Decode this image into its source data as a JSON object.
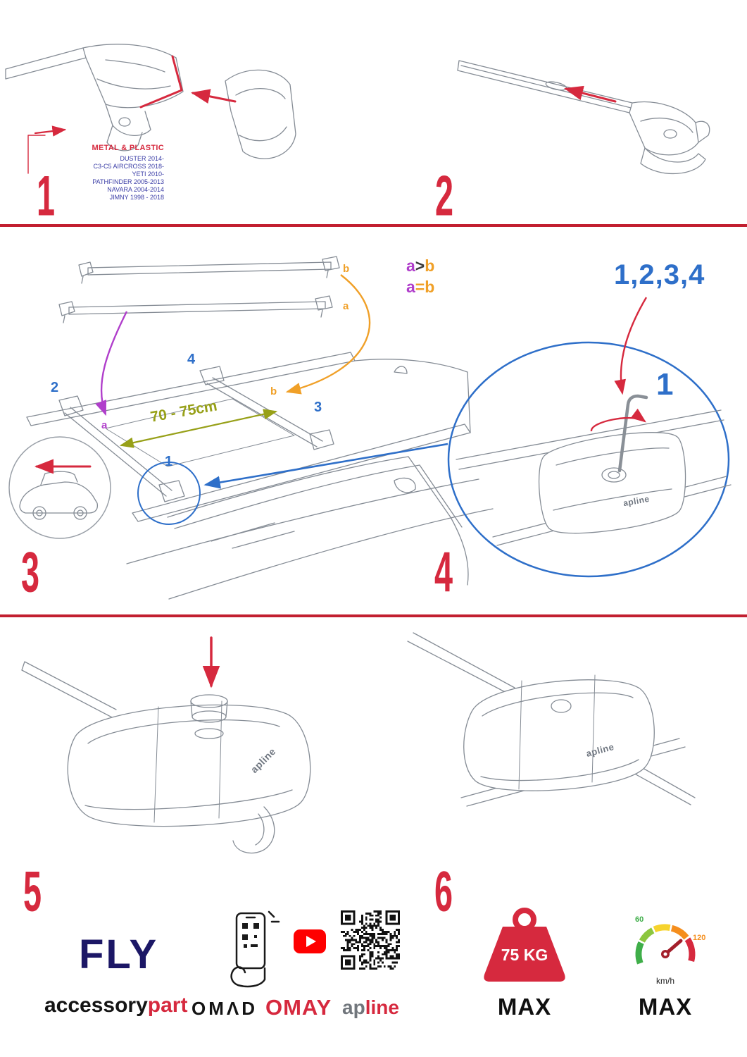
{
  "steps": {
    "n1": "1",
    "n2": "2",
    "n3": "3",
    "n4": "4",
    "n5": "5",
    "n6": "6"
  },
  "step1": {
    "material": "METAL & PLASTIC",
    "models": [
      "DUSTER 2014-",
      "C3-C5 AIRCROSS 2018-",
      "YETI 2010-",
      "PATHFINDER 2005-2013",
      "NAVARA 2004-2014",
      "JIMNY 1998 - 2018"
    ]
  },
  "step3": {
    "bar_label_a": "a",
    "bar_label_b": "b",
    "rule_greater": {
      "a": "a",
      "op": ">",
      "b": "b"
    },
    "rule_equal": {
      "a": "a",
      "op": "=",
      "b": "b"
    },
    "distance": "70 - 75cm",
    "pos1": "1",
    "pos2": "2",
    "pos3": "3",
    "pos4": "4",
    "roof_a": "a",
    "roof_b": "b"
  },
  "step4": {
    "sequence": "1,2,3,4",
    "first": "1"
  },
  "brand": {
    "fly": "FLY",
    "accessory": "accessory",
    "part": "part",
    "omad": "OMΛD",
    "omay": "OMAY",
    "ap": "ap",
    "line": "line",
    "part_logo": "apline"
  },
  "limits": {
    "weight": "75 KG",
    "max_weight": "MAX",
    "max_speed": "MAX",
    "unit": "km/h",
    "t60": "60",
    "t120": "120"
  },
  "colors": {
    "red": "#d6293e",
    "blue": "#2e6fc9",
    "purple": "#b03ecb",
    "orange": "#f0a028",
    "olive": "#97a018",
    "navy": "#1c1766"
  }
}
